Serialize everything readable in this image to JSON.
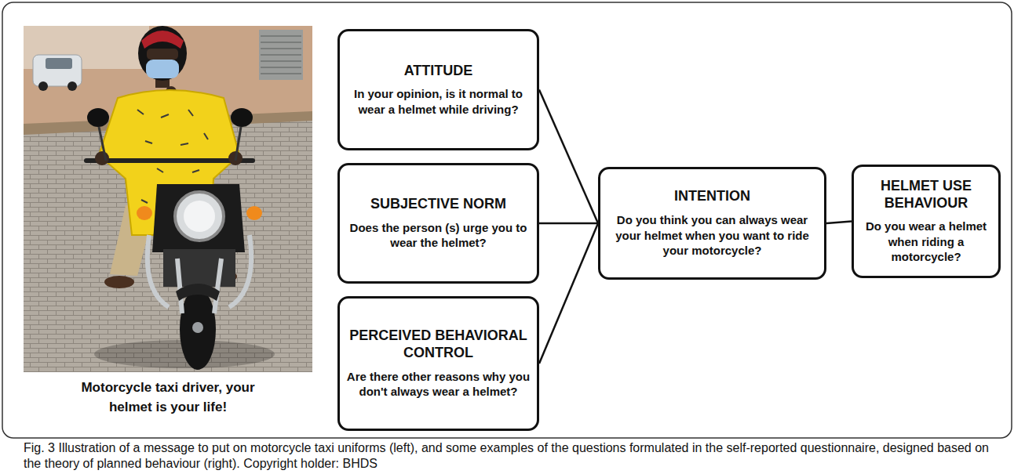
{
  "diagram": {
    "caption": "Fig. 3 Illustration of a message to put on motorcycle taxi uniforms (left), and some examples of the questions formulated in the self-reported questionnaire, designed based on the theory of planned behaviour (right). Copyright holder: BHDS",
    "nodes": [
      {
        "text": [
          "ATTITUDE",
          "In your opinion, is it normal to wear a helmet while driving?"
        ]
      },
      {
        "text": [
          "SUBJECTIVE NORM",
          "Does the person (s) urge you to wear the helmet?"
        ]
      },
      {
        "text": [
          "PERCEIVED BEHAVIORAL CONTROL",
          "Are there other reasons why you don't always wear a helmet?"
        ]
      },
      {
        "text": [
          "INTENTION",
          "Do you think you can always wear your helmet when you want to ride your motorcycle?"
        ]
      },
      {
        "text": [
          "HELMET USE BEHAVIOUR",
          "Do you wear a helmet when riding a motorcycle?"
        ]
      }
    ],
    "edges": [
      {
        "from": 0,
        "to": 3,
        "arrow": "none"
      },
      {
        "from": 1,
        "to": 3,
        "arrow": "none"
      },
      {
        "from": 2,
        "to": 3,
        "arrow": "none"
      },
      {
        "from": 3,
        "to": 4,
        "arrow": "none"
      }
    ],
    "labels": [
      "Motorcycle taxi driver, your helmet is your life!"
    ]
  }
}
